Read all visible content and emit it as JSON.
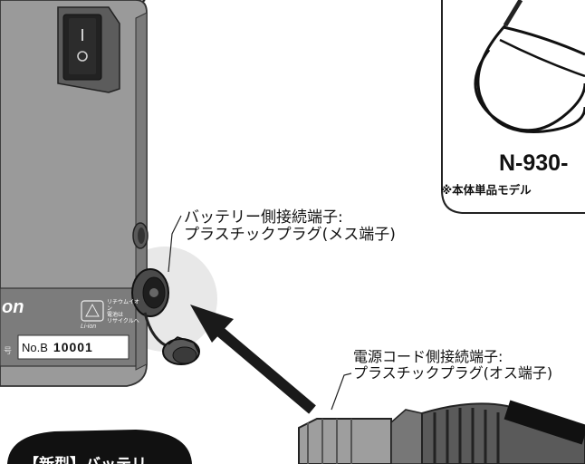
{
  "callouts": {
    "battery_side": {
      "line1": "バッテリー側接続端子:",
      "line2": "プラスチックプラグ(メス端子)"
    },
    "cord_side": {
      "line1": "電源コード側接続端子:",
      "line2": "プラスチックプラグ(オス端子)"
    }
  },
  "model_box": {
    "model": "N-930-",
    "note": "※本体単品モデル"
  },
  "battery_body": {
    "brand_fragment": "on",
    "recycle_text": "リチウムイオン\n電池は\nリサイクルへ",
    "chemistry": "Li-ion",
    "number_prefix": "号",
    "number_label": "No.B",
    "number_value": "10001"
  },
  "banner": {
    "text": "【新型】バッテリ"
  },
  "colors": {
    "device_body": "#9a9a9a",
    "device_shadow": "#6e6e6e",
    "arrow": "#1a1a1a",
    "highlight": "#e6e6e6",
    "banner": "#111111"
  },
  "icons": [
    "power-switch-icon",
    "recycle-icon",
    "arrow-icon"
  ]
}
